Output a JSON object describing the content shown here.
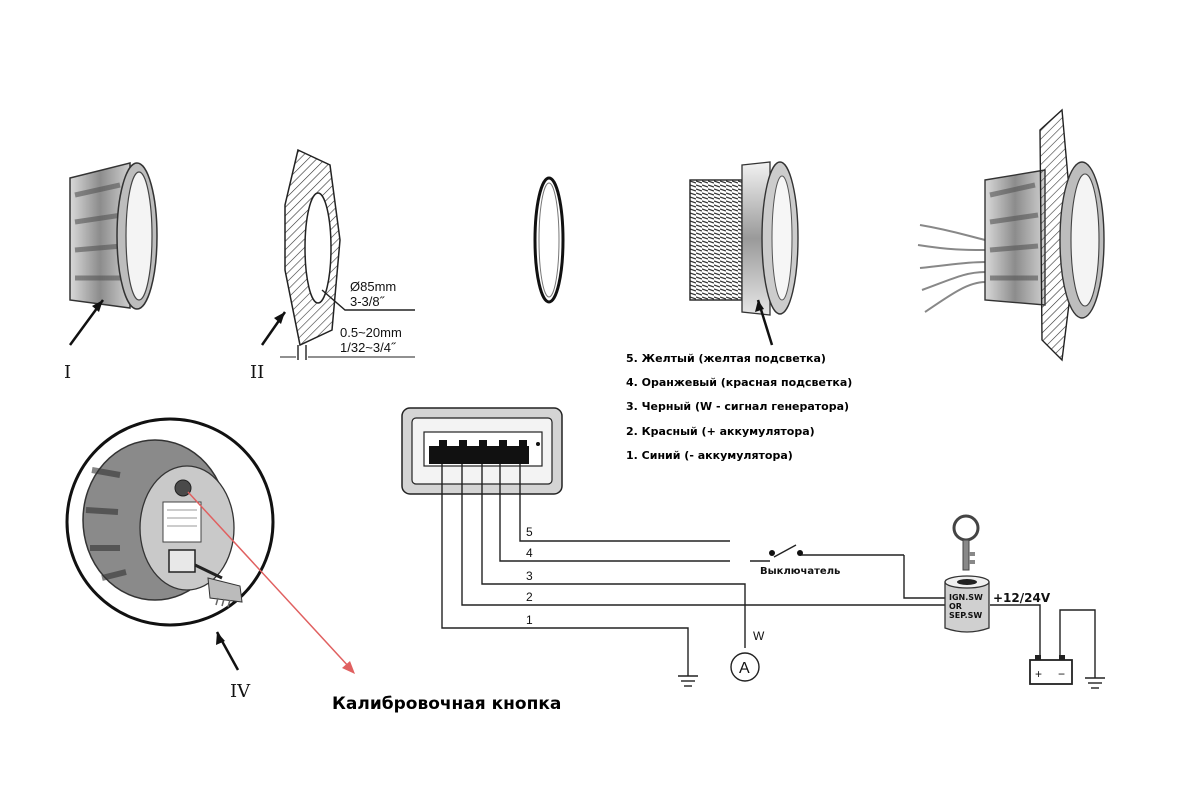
{
  "parts": {
    "part1_label": "I",
    "part2_label": "II",
    "part4_label": "IV"
  },
  "dimensions": {
    "diameter_mm": "Ø85mm",
    "diameter_in": "3-3/8˝",
    "thickness_mm": "0.5~20mm",
    "thickness_in": "1/32~3/4˝"
  },
  "wire_legend": [
    "5. Желтый (желтая подсветка)",
    "4. Оранжевый   (красная подсветка)",
    "3. Черный (W - сигнал генератора)",
    "2. Красный (+ аккумулятора)",
    "1. Синий (- аккумулятора)"
  ],
  "wiring": {
    "wire_numbers": [
      "5",
      "4",
      "3",
      "2",
      "1"
    ],
    "switch_label": "Выключатель",
    "ammeter_label": "A",
    "w_label": "W",
    "ign_sw_lines": [
      "IGN.SW",
      "OR",
      "SEP.SW"
    ],
    "voltage_label": "+12/24V",
    "battery_plus": "+",
    "battery_minus": "−"
  },
  "calibration_button_label": "Калибровочная кнопка",
  "colors": {
    "line": "#222222",
    "metal_dark": "#6a6a6a",
    "metal_light": "#e4e4e4",
    "connector_fill": "#d8d8d8",
    "pointer_red": "#e06060"
  }
}
